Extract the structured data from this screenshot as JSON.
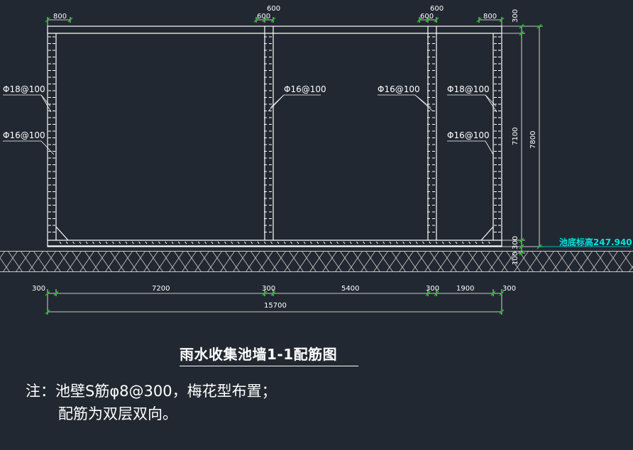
{
  "drawing": {
    "title": "雨水收集池墙1-1配筋图",
    "note_line1": "注：池壁S筋φ8@300，梅花型布置；",
    "note_line2": "配筋为双层双向。",
    "colors": {
      "background": "#222831",
      "line": "#ffffff",
      "dimension_text": "#ffffff",
      "highlight_text": "#00e5e5",
      "tick": "#00d000"
    }
  },
  "top_dimensions": {
    "left_haunch": "800",
    "wall2_a": "600",
    "wall2_b": "600",
    "wall3_a": "600",
    "wall3_b": "600",
    "right_haunch": "800"
  },
  "rebar_labels": {
    "left_outer": "Φ18@100",
    "left_inner": "Φ16@100",
    "wall2": "Φ16@100",
    "wall3": "Φ16@100",
    "right_outer": "Φ18@100",
    "right_inner": "Φ16@100"
  },
  "right_dimensions": {
    "top_slab": "300",
    "inner_height": "7100",
    "total_height": "7800",
    "bottom_slab": "300",
    "cushion": "100",
    "elevation_label": "池底标高247.940"
  },
  "bottom_dimensions": {
    "segments": [
      "300",
      "7200",
      "300",
      "5400",
      "300",
      "1900",
      "300"
    ],
    "total": "15700"
  }
}
